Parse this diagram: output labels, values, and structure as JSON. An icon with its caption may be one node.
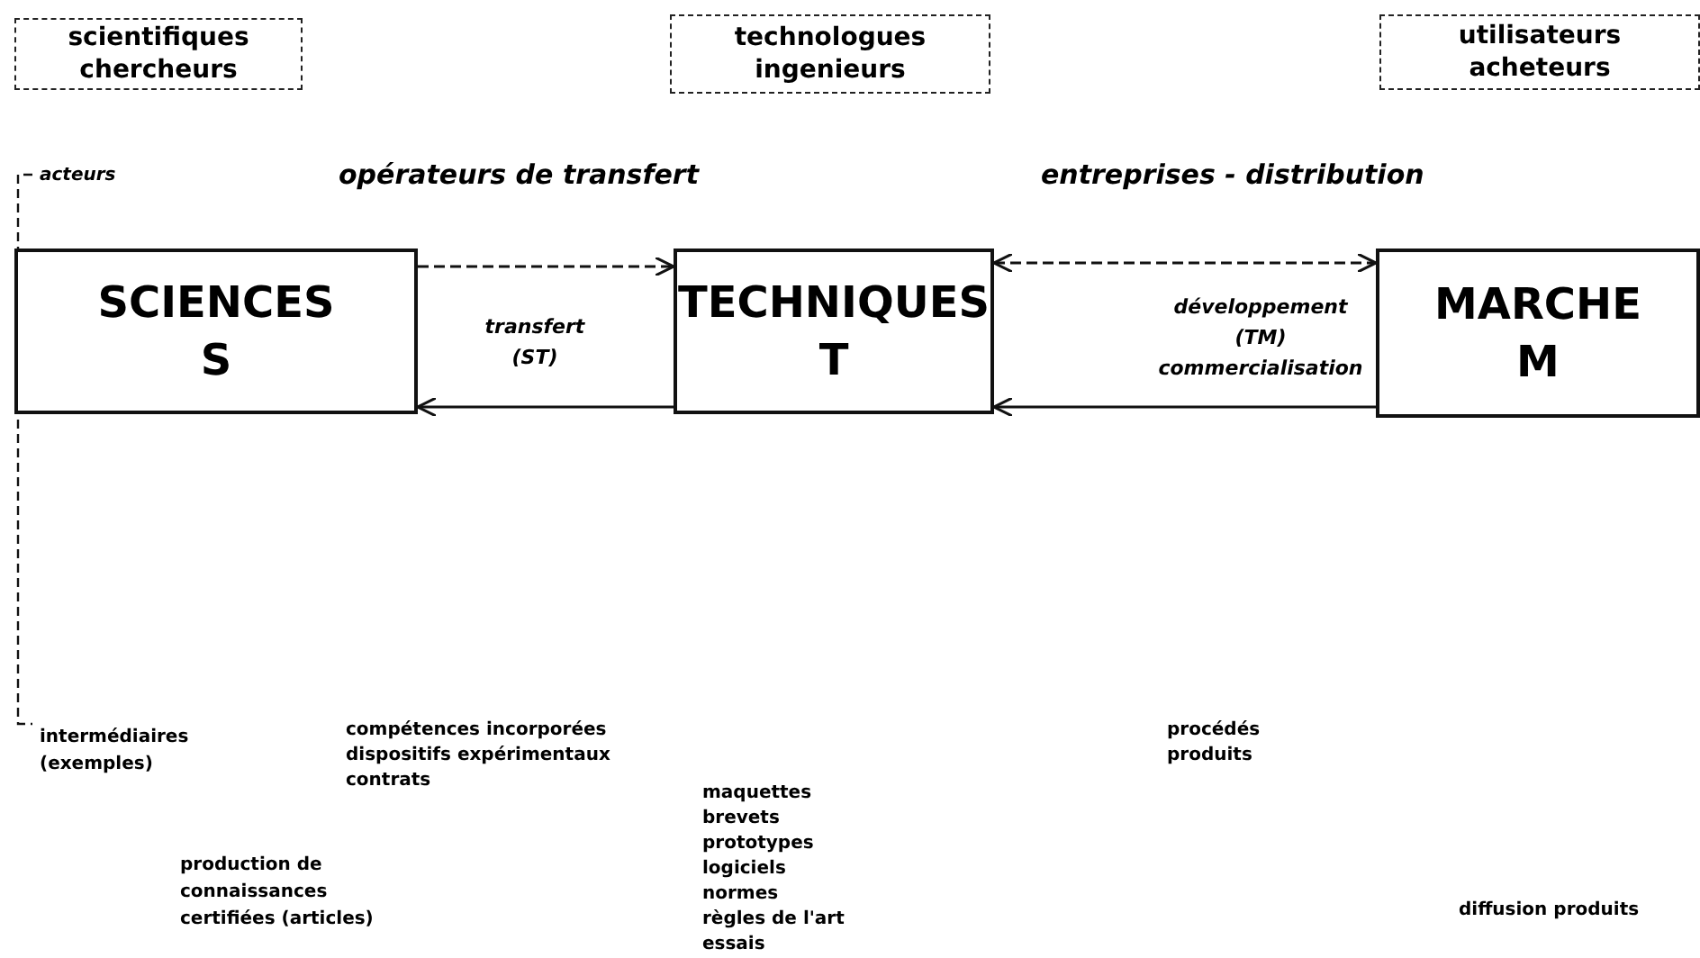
{
  "diagram": {
    "nodes": [
      {
        "text": [
          "scientifiques chercheurs"
        ]
      },
      {
        "text": [
          "technologues ingenieurs"
        ]
      },
      {
        "text": [
          "utilisateurs acheteurs"
        ]
      },
      {
        "text": [
          "SCIENCES",
          "S"
        ]
      },
      {
        "text": [
          "TECHNIQUES",
          "T"
        ]
      },
      {
        "text": [
          "MARCHE",
          "M"
        ]
      }
    ],
    "edges": [
      {
        "from": 3,
        "to": 4,
        "arrow": "to",
        "style": "dashed"
      },
      {
        "from": 4,
        "to": 3,
        "arrow": "to"
      },
      {
        "from": 4,
        "to": 5,
        "arrow": "both",
        "style": "dashed"
      },
      {
        "from": 5,
        "to": 4,
        "arrow": "to"
      }
    ],
    "labels": [
      "acteurs",
      "opérateurs de transfert",
      "entreprises - distribution",
      "transfert (ST)",
      "développement (TM) commercialisation",
      "intermédiaires (exemples)",
      "compétences incorporées",
      "dispositifs expérimentaux",
      "contrats",
      "procédés",
      "produits",
      "maquettes",
      "brevets",
      "prototypes",
      "logiciels",
      "normes",
      "règles de l'art",
      "essais",
      "production de connaissances certifiées (articles)",
      "diffusion produits"
    ]
  }
}
